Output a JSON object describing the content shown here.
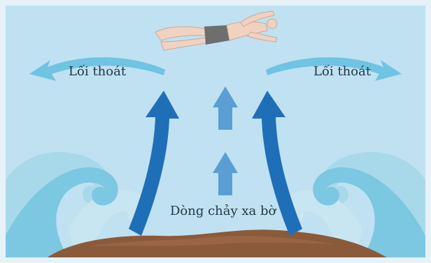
{
  "labels": {
    "exit_left": "Lối thoát",
    "exit_right": "Lối thoát",
    "rip_current": "Dòng chảy xa bờ"
  },
  "colors": {
    "frame": "#e6f2f8",
    "sky_water": "#bfe1f2",
    "exit_arrow": "#6fc3e3",
    "current_arrow_dark": "#1f6fb8",
    "center_arrow": "#5a9ed4",
    "wave_front": "#7cc7e2",
    "wave_back": "#a8d9ea",
    "sand": "#8a5a3a",
    "swimmer_skin": "#f1d2c0",
    "swimmer_trunks": "#6e6e6e"
  },
  "icons": {
    "swimmer": "swimmer-icon",
    "exit_arrows": "curved-arrow-icon",
    "current_arrows": "curved-arrow-icon",
    "center_arrows": "up-arrow-icon"
  }
}
